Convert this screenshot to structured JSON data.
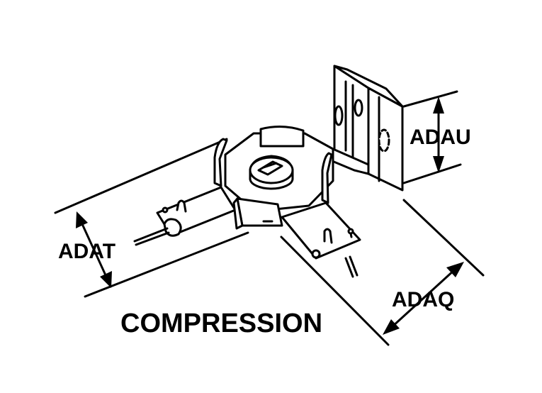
{
  "labels": {
    "adau": "ADAU",
    "adat": "ADAT",
    "adaq": "ADAQ",
    "title": "COMPRESSION"
  },
  "colors": {
    "ink": "#000000",
    "paper": "#ffffff"
  }
}
